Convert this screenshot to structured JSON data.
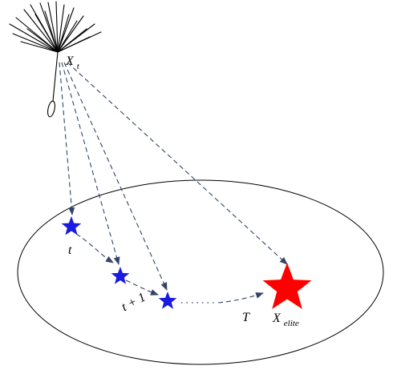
{
  "labels": {
    "source": "X",
    "source_sub": "t",
    "step_t": "t",
    "step_t1": "t + 1",
    "step_T": "T",
    "elite": "X",
    "elite_sub": "elite"
  },
  "colors": {
    "background": "#ffffff",
    "ellipse_stroke": "#000000",
    "arrow": "#334466",
    "dandelion": "#000000",
    "blue_star": "#1a1ae0",
    "elite_star": "#ff0000"
  },
  "icons": {
    "source": "dandelion-seed-icon",
    "candidate": "blue-star-icon",
    "elite": "red-star-icon"
  }
}
